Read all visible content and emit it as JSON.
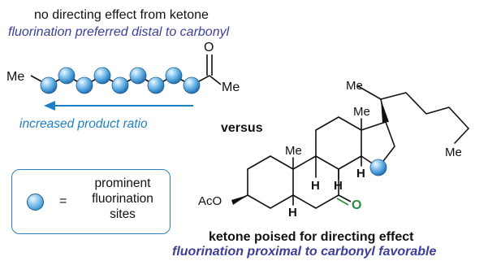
{
  "top": {
    "heading": "no directing effect from ketone",
    "subheading": "fluorination preferred distal to carbonyl"
  },
  "chain": {
    "left_group": "Me",
    "right_group": "Me",
    "oxygen": "O",
    "arrow_label": "increased product ratio"
  },
  "versus": "versus",
  "legend": {
    "equals": "=",
    "label": "prominent fluorination sites"
  },
  "steroid": {
    "labels": {
      "me_side_chain": "Me",
      "me_c18": "Me",
      "me_c19": "Me",
      "me_iso": "Me",
      "h8": "H",
      "h9": "H",
      "h14": "H",
      "h5": "H",
      "aco": "AcO",
      "ketone_o": "O"
    },
    "caption": "ketone poised for directing effect",
    "subcaption": "fluorination proximal to carbonyl favorable"
  },
  "colors": {
    "accent_blue": "#1f7fc4",
    "accent_purple": "#3b3f99",
    "ketone_green": "#2a8a3e",
    "sphere": "#5aaee3"
  }
}
